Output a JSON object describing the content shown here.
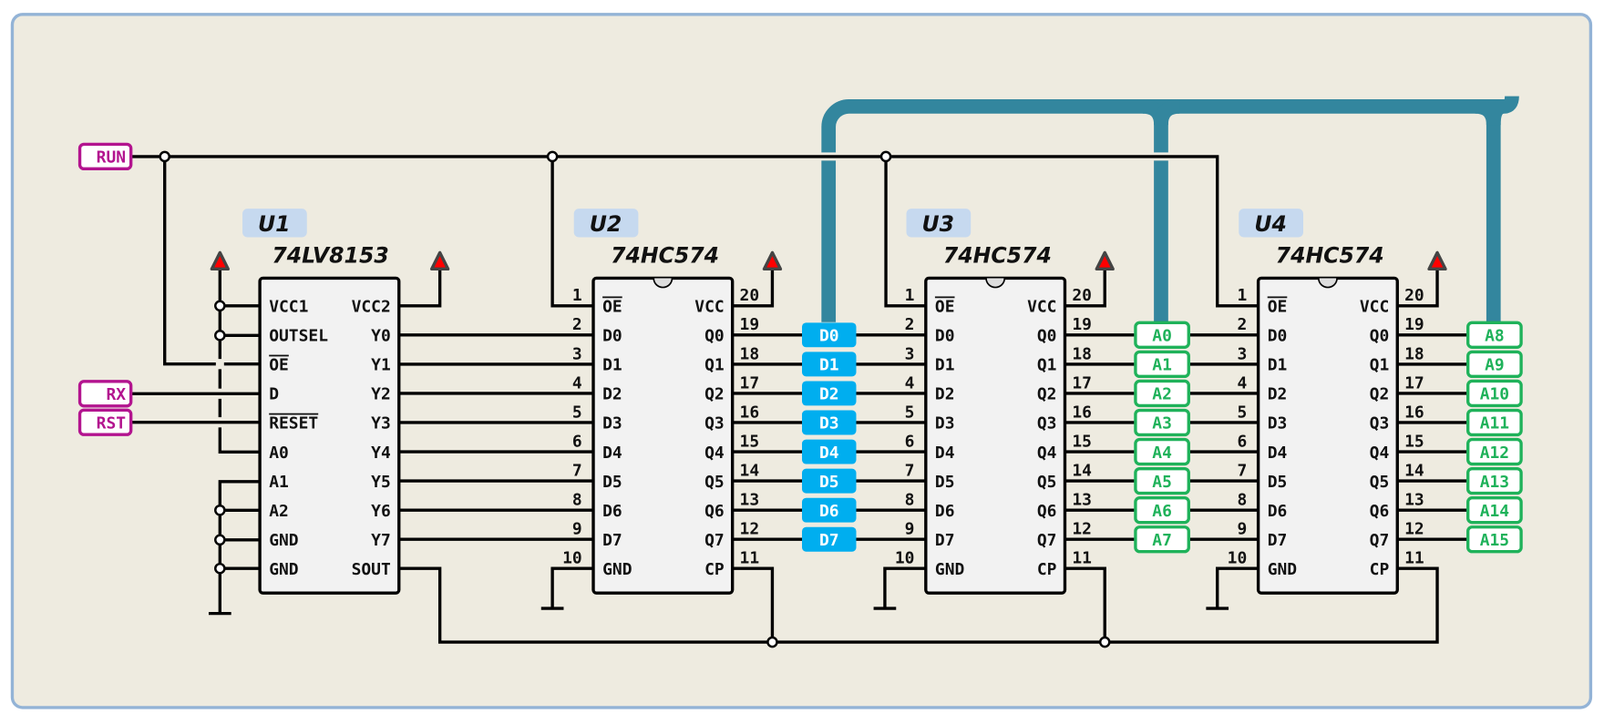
{
  "net_labels": {
    "run": "RUN",
    "rx": "RX",
    "rst": "RST"
  },
  "chips": [
    {
      "ref": "U1",
      "part": "74LV8153",
      "left_pins": [
        "VCC1",
        "OUTSEL",
        "OE",
        "D",
        "RESET",
        "A0",
        "A1",
        "A2",
        "GND",
        "GND"
      ],
      "right_pins": [
        "VCC2",
        "Y0",
        "Y1",
        "Y2",
        "Y3",
        "Y4",
        "Y5",
        "Y6",
        "Y7",
        "SOUT"
      ],
      "overline_pins": [
        "OE",
        "RESET"
      ]
    },
    {
      "ref": "U2",
      "part": "74HC574",
      "left_pins": [
        "OE",
        "D0",
        "D1",
        "D2",
        "D3",
        "D4",
        "D5",
        "D6",
        "D7",
        "GND"
      ],
      "right_pins": [
        "VCC",
        "Q0",
        "Q1",
        "Q2",
        "Q3",
        "Q4",
        "Q5",
        "Q6",
        "Q7",
        "CP"
      ],
      "left_numbers": [
        "1",
        "2",
        "3",
        "4",
        "5",
        "6",
        "7",
        "8",
        "9",
        "10"
      ],
      "right_numbers": [
        "20",
        "19",
        "18",
        "17",
        "16",
        "15",
        "14",
        "13",
        "12",
        "11"
      ],
      "overline_pins": [
        "OE"
      ]
    },
    {
      "ref": "U3",
      "part": "74HC574",
      "left_pins": [
        "OE",
        "D0",
        "D1",
        "D2",
        "D3",
        "D4",
        "D5",
        "D6",
        "D7",
        "GND"
      ],
      "right_pins": [
        "VCC",
        "Q0",
        "Q1",
        "Q2",
        "Q3",
        "Q4",
        "Q5",
        "Q6",
        "Q7",
        "CP"
      ],
      "left_numbers": [
        "1",
        "2",
        "3",
        "4",
        "5",
        "6",
        "7",
        "8",
        "9",
        "10"
      ],
      "right_numbers": [
        "20",
        "19",
        "18",
        "17",
        "16",
        "15",
        "14",
        "13",
        "12",
        "11"
      ],
      "overline_pins": [
        "OE"
      ]
    },
    {
      "ref": "U4",
      "part": "74HC574",
      "left_pins": [
        "OE",
        "D0",
        "D1",
        "D2",
        "D3",
        "D4",
        "D5",
        "D6",
        "D7",
        "GND"
      ],
      "right_pins": [
        "VCC",
        "Q0",
        "Q1",
        "Q2",
        "Q3",
        "Q4",
        "Q5",
        "Q6",
        "Q7",
        "CP"
      ],
      "left_numbers": [
        "1",
        "2",
        "3",
        "4",
        "5",
        "6",
        "7",
        "8",
        "9",
        "10"
      ],
      "right_numbers": [
        "20",
        "19",
        "18",
        "17",
        "16",
        "15",
        "14",
        "13",
        "12",
        "11"
      ],
      "overline_pins": [
        "OE"
      ]
    }
  ],
  "bus_tags": {
    "data": [
      "D0",
      "D1",
      "D2",
      "D3",
      "D4",
      "D5",
      "D6",
      "D7"
    ],
    "address_low": [
      "A0",
      "A1",
      "A2",
      "A3",
      "A4",
      "A5",
      "A6",
      "A7"
    ],
    "address_high": [
      "A8",
      "A9",
      "A10",
      "A11",
      "A12",
      "A13",
      "A14",
      "A15"
    ]
  },
  "colors": {
    "background": "#eeebe0",
    "frame": "#93b3d6",
    "chip_fill": "#f2f2f2",
    "ref_badge": "#c6d9ef",
    "net_label": "#b3148f",
    "data_tag": "#00aeef",
    "address_tag": "#1fb25a",
    "bus": "#33869e",
    "power_arrow": "#ff0000"
  }
}
